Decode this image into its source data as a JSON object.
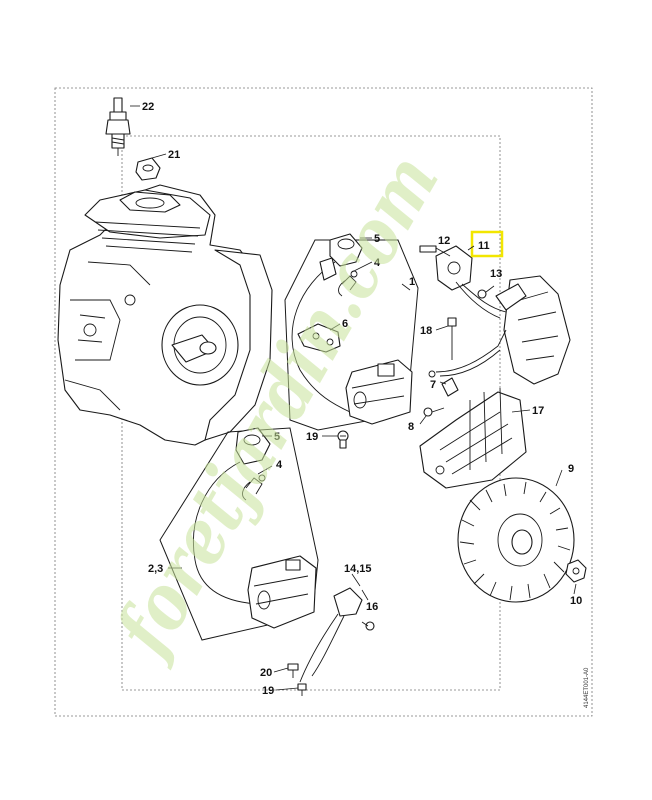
{
  "watermark": {
    "text": "foretjardin.com",
    "color": "#c8e39a"
  },
  "highlight_color": "#f2e600",
  "doc_code": "4144ET001-A0",
  "callouts": {
    "c22": "22",
    "c21": "21",
    "c5a": "5",
    "c4a": "4",
    "c1": "1",
    "c6": "6",
    "c12": "12",
    "c11": "11",
    "c13": "13",
    "c18": "18",
    "c7": "7",
    "c8": "8",
    "c17": "17",
    "c19a": "19",
    "c5b": "5",
    "c4b": "4",
    "c9": "9",
    "c23": "2,3",
    "c1415": "14,15",
    "c16": "16",
    "c10": "10",
    "c20": "20",
    "c19b": "19"
  }
}
